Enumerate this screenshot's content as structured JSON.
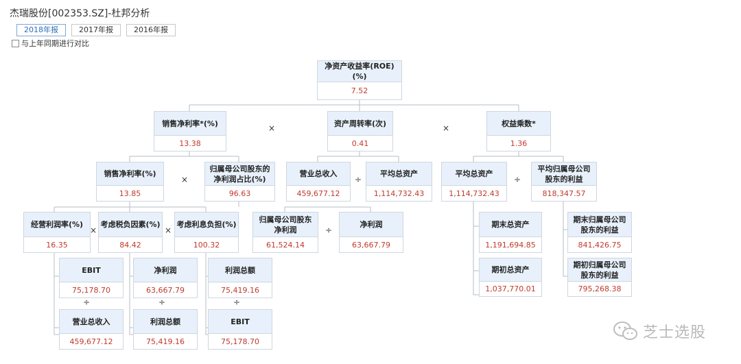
{
  "title": "杰瑞股份[002353.SZ]-杜邦分析",
  "tabs": [
    {
      "label": "2018年报",
      "active": true
    },
    {
      "label": "2017年报",
      "active": false
    },
    {
      "label": "2016年报",
      "active": false
    }
  ],
  "compare_checkbox": {
    "label": "与上年同期进行对比",
    "checked": false
  },
  "nodes": {
    "roe": {
      "label": "净资产收益率(ROE)(%)",
      "value": "7.52"
    },
    "net_margin_star": {
      "label": "销售净利率*(%)",
      "value": "13.38"
    },
    "asset_turnover": {
      "label": "资产周转率(次)",
      "value": "0.41"
    },
    "equity_multiplier": {
      "label": "权益乘数*",
      "value": "1.36"
    },
    "net_margin": {
      "label": "销售净利率(%)",
      "value": "13.85"
    },
    "parent_share": {
      "label": "归属母公司股东的净利润占比(%)",
      "value": "96.63"
    },
    "revenue_total": {
      "label": "营业总收入",
      "value": "459,677.12"
    },
    "avg_assets_a": {
      "label": "平均总资产",
      "value": "1,114,732.43"
    },
    "avg_assets_b": {
      "label": "平均总资产",
      "value": "1,114,732.43"
    },
    "avg_parent_profit": {
      "label": "平均归属母公司股东的利益",
      "value": "818,347.57"
    },
    "op_margin": {
      "label": "经营利润率(%)",
      "value": "16.35"
    },
    "tax_factor": {
      "label": "考虑税负因素(%)",
      "value": "84.42"
    },
    "interest_burden": {
      "label": "考虑利息负担(%)",
      "value": "100.32"
    },
    "parent_net_profit": {
      "label": "归属母公司股东净利润",
      "value": "61,524.14"
    },
    "net_profit_a": {
      "label": "净利润",
      "value": "63,667.79"
    },
    "end_assets": {
      "label": "期末总资产",
      "value": "1,191,694.85"
    },
    "begin_assets": {
      "label": "期初总资产",
      "value": "1,037,770.01"
    },
    "end_parent_equity": {
      "label": "期末归属母公司股东的利益",
      "value": "841,426.75"
    },
    "begin_parent_equity": {
      "label": "期初归属母公司股东的利益",
      "value": "795,268.38"
    },
    "ebit_a": {
      "label": "EBIT",
      "value": "75,178.70"
    },
    "revenue_total_b": {
      "label": "营业总收入",
      "value": "459,677.12"
    },
    "net_profit_b": {
      "label": "净利润",
      "value": "63,667.79"
    },
    "total_profit_a": {
      "label": "利润总额",
      "value": "75,419.16"
    },
    "total_profit_b": {
      "label": "利润总额",
      "value": "75,419.16"
    },
    "ebit_b": {
      "label": "EBIT",
      "value": "75,178.70"
    }
  },
  "operators": {
    "times": "×",
    "divide": "÷"
  },
  "watermark": {
    "text": "芝士选股",
    "icon": "wechat-icon"
  }
}
